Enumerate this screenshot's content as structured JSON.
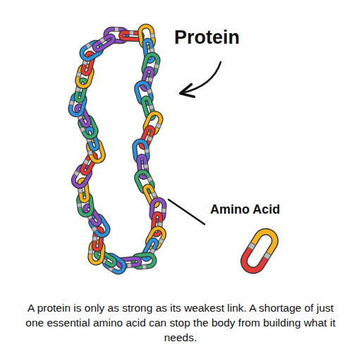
{
  "diagram": {
    "caption": "A protein is only as strong as its weakest link. A shortage of just one essential amino acid can stop the body from building what it needs.",
    "labels": [
      "Protein",
      "Amino Acid"
    ]
  }
}
